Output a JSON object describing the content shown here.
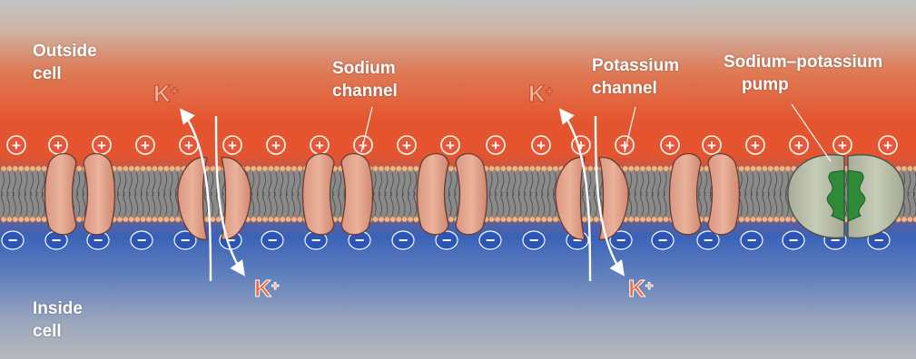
{
  "regions": {
    "outside": [
      "Outside",
      "cell"
    ],
    "inside": [
      "Inside",
      "cell"
    ]
  },
  "labels": {
    "sodium_channel": [
      "Sodium",
      "channel"
    ],
    "potassium_channel": [
      "Potassium",
      "channel"
    ],
    "pump": [
      "Sodium–potassium",
      "pump"
    ]
  },
  "ions": {
    "k_symbol": "K",
    "k_charge": "+"
  },
  "charges": {
    "outer_sign": "+",
    "inner_sign": "−"
  },
  "colors": {
    "outside": "#e4552f",
    "inside": "#3a63b8",
    "channel_protein": "#e6a58f",
    "pump_protein": "#b9bfaa",
    "pump_core": "#2f8a3a",
    "positive_charge": "#ec5535",
    "negative_charge": "#2c55b5"
  }
}
